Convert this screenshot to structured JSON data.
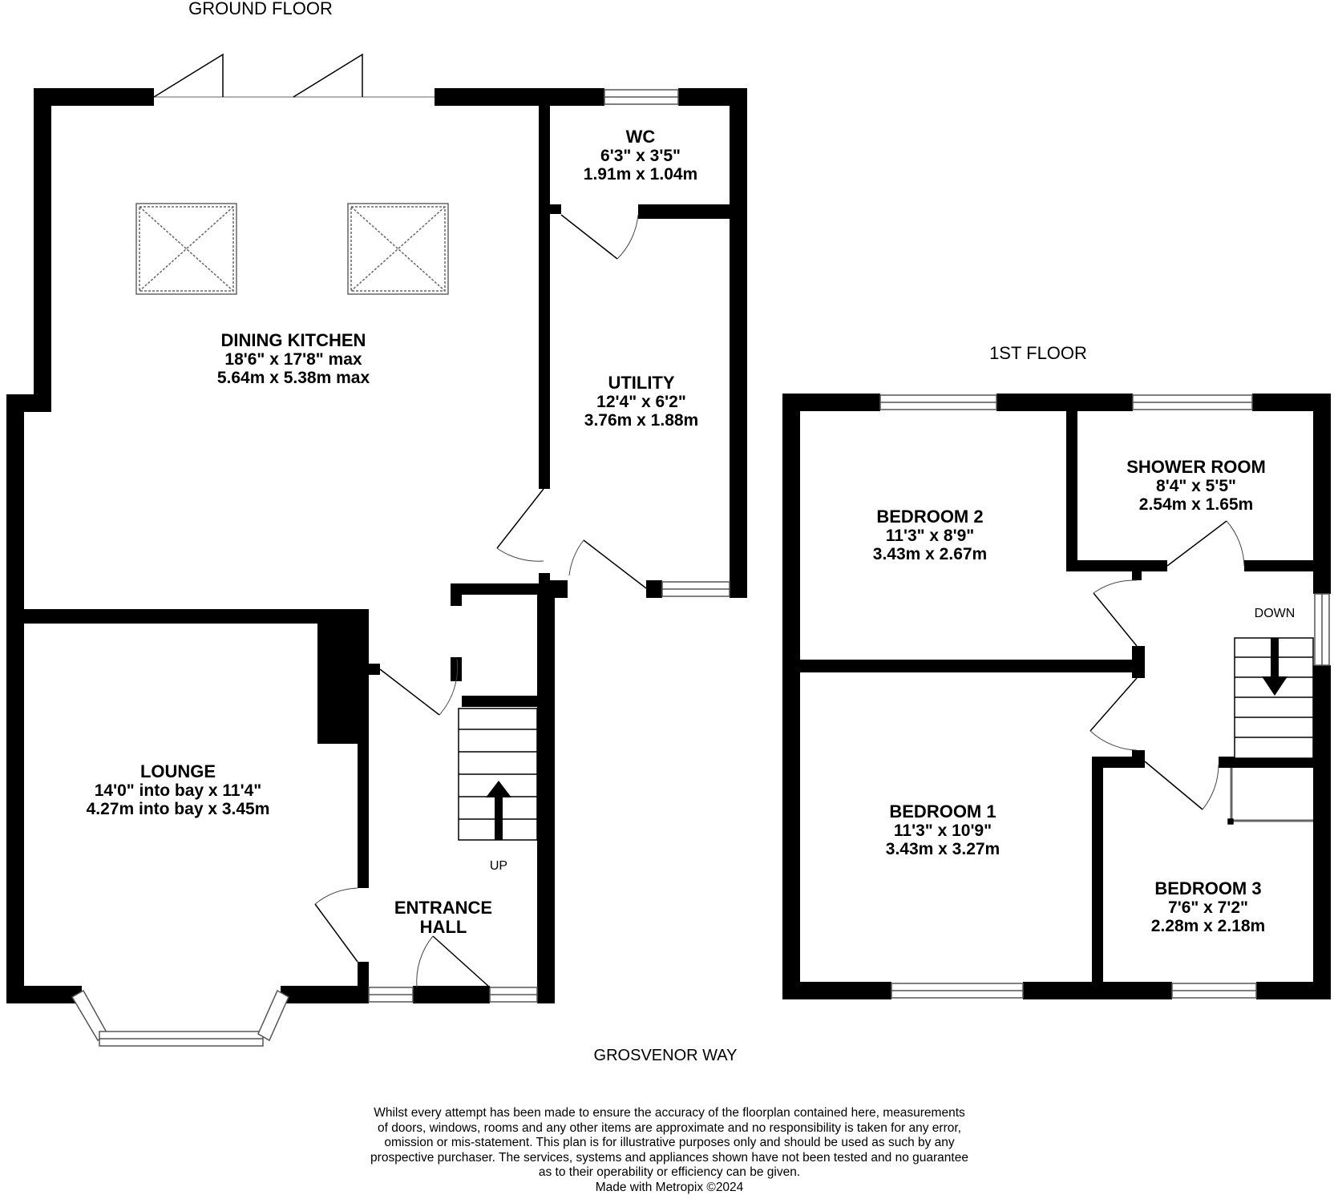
{
  "floors": {
    "ground": "GROUND FLOOR",
    "first": "1ST FLOOR"
  },
  "rooms": {
    "dining_kitchen": {
      "name": "DINING KITCHEN",
      "imperial": "18'6\"  x 17'8\" max",
      "metric": "5.64m  x 5.38m max"
    },
    "wc": {
      "name": "WC",
      "imperial": "6'3\"  x 3'5\"",
      "metric": "1.91m  x 1.04m"
    },
    "utility": {
      "name": "UTILITY",
      "imperial": "12'4\"  x 6'2\"",
      "metric": "3.76m  x 1.88m"
    },
    "lounge": {
      "name": "LOUNGE",
      "imperial": "14'0\" into bay x 11'4\"",
      "metric": "4.27m into bay x 3.45m"
    },
    "entrance_hall": {
      "name_line1": "ENTRANCE",
      "name_line2": "HALL"
    },
    "bedroom_2": {
      "name": "BEDROOM 2",
      "imperial": "11'3\"  x 8'9\"",
      "metric": "3.43m  x 2.67m"
    },
    "shower_room": {
      "name": "SHOWER ROOM",
      "imperial": "8'4\"  x 5'5\"",
      "metric": "2.54m  x 1.65m"
    },
    "bedroom_1": {
      "name": "BEDROOM 1",
      "imperial": "11'3\"  x 10'9\"",
      "metric": "3.43m  x 3.27m"
    },
    "bedroom_3": {
      "name": "BEDROOM 3",
      "imperial": "7'6\"  x 7'2\"",
      "metric": "2.28m  x 2.18m"
    }
  },
  "stairs": {
    "up": "UP",
    "down": "DOWN"
  },
  "street": "GROSVENOR WAY",
  "disclaimer": [
    "Whilst every attempt has been made to ensure the accuracy of the floorplan contained here, measurements",
    "of doors, windows, rooms and any other items are approximate and no responsibility is taken for any error,",
    "omission or mis-statement. This plan is for illustrative purposes only and should be used as such by any",
    "prospective purchaser. The services, systems and appliances shown have not been tested and no guarantee",
    "as to their operability or efficiency can be given.",
    "Made with Metropix ©2024"
  ],
  "colors": {
    "wall": "#000000",
    "background": "#ffffff",
    "window_frame": "#555555"
  }
}
